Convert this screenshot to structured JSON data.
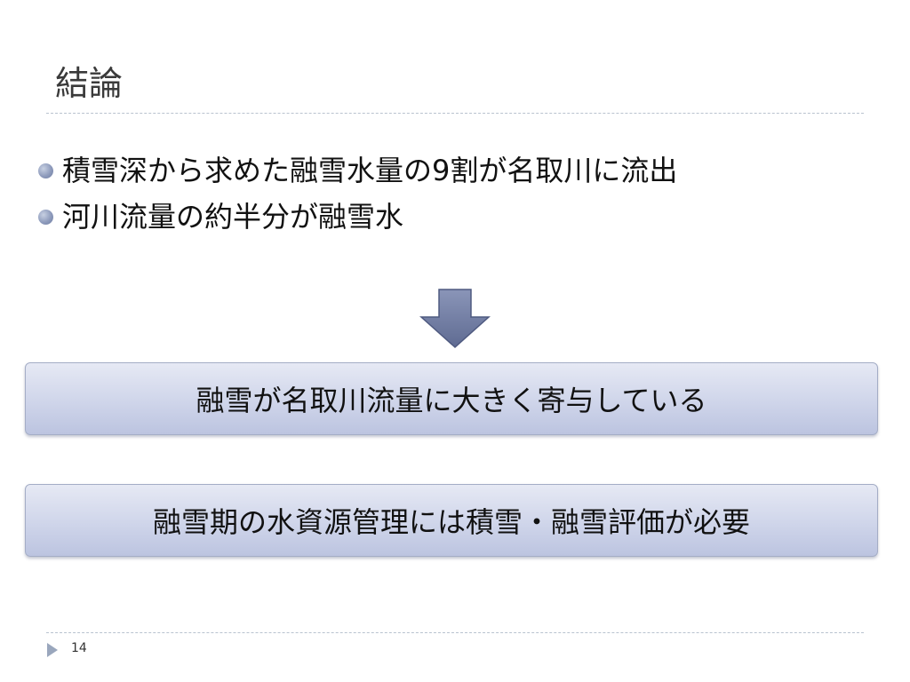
{
  "slide": {
    "title": "結論",
    "bullets": [
      {
        "text": "積雪深から求めた融雪水量の9割が名取川に流出"
      },
      {
        "text": "河川流量の約半分が融雪水"
      }
    ],
    "conclusion_boxes": [
      {
        "text": "融雪が名取川流量に大きく寄与している"
      },
      {
        "text": "融雪期の水資源管理には積雪・融雪評価が必要"
      }
    ],
    "page_number": "14"
  },
  "colors": {
    "accent": "#7782a8",
    "box_fill": "#cfd5ea",
    "rule": "#b9c3cf"
  },
  "icons": {
    "bullet": "bullet-dot-icon",
    "flow_arrow": "arrow-down-icon",
    "footer": "triangle-right-icon"
  }
}
